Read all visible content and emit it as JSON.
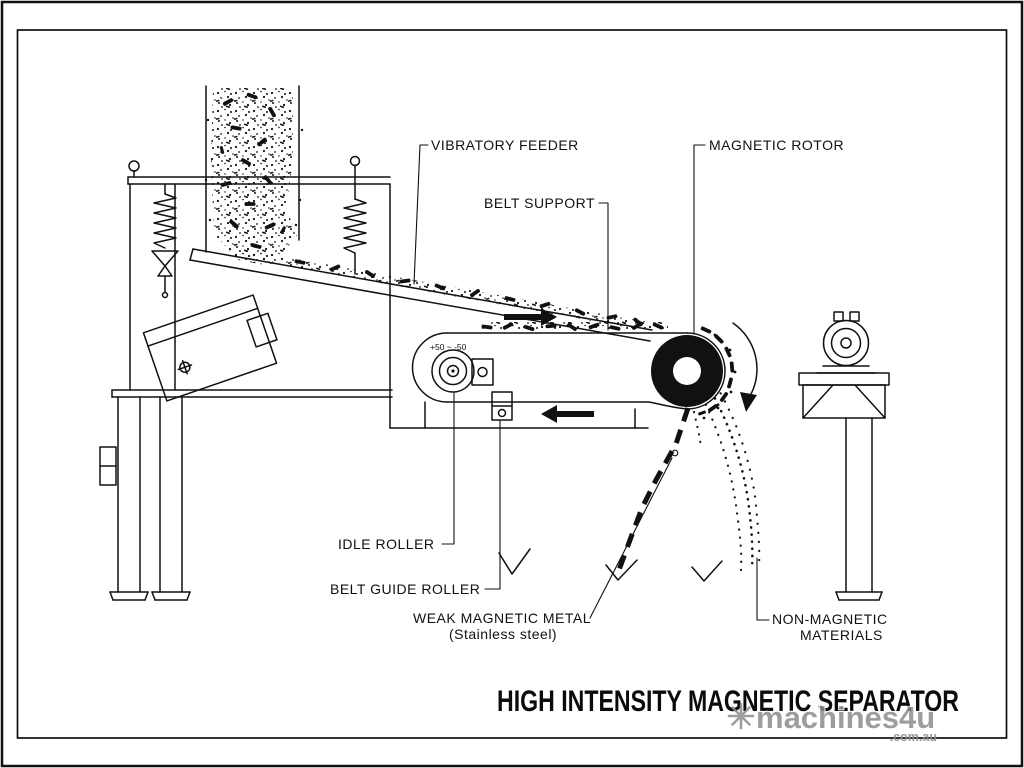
{
  "title": "HIGH INTENSITY MAGNETIC SEPARATOR",
  "callouts": {
    "vibratory_feeder": "VIBRATORY FEEDER",
    "magnetic_rotor": "MAGNETIC ROTOR",
    "belt_support": "BELT SUPPORT",
    "idle_roller": "IDLE ROLLER",
    "belt_guide_roller": "BELT GUIDE ROLLER",
    "weak_magnetic_metal": "WEAK MAGNETIC METAL",
    "weak_magnetic_metal_note": "(Stainless steel)",
    "non_magnetic_line1": "NON-MAGNETIC",
    "non_magnetic_line2": "MATERIALS",
    "roller_adjustment": "+50 ~ -50"
  },
  "watermark": {
    "brand": "machines4u",
    "suffix": ".com.au",
    "icon": "starburst"
  },
  "colors": {
    "ink": "#111111",
    "background": "#ffffff",
    "watermark": "#8d8d8d"
  }
}
